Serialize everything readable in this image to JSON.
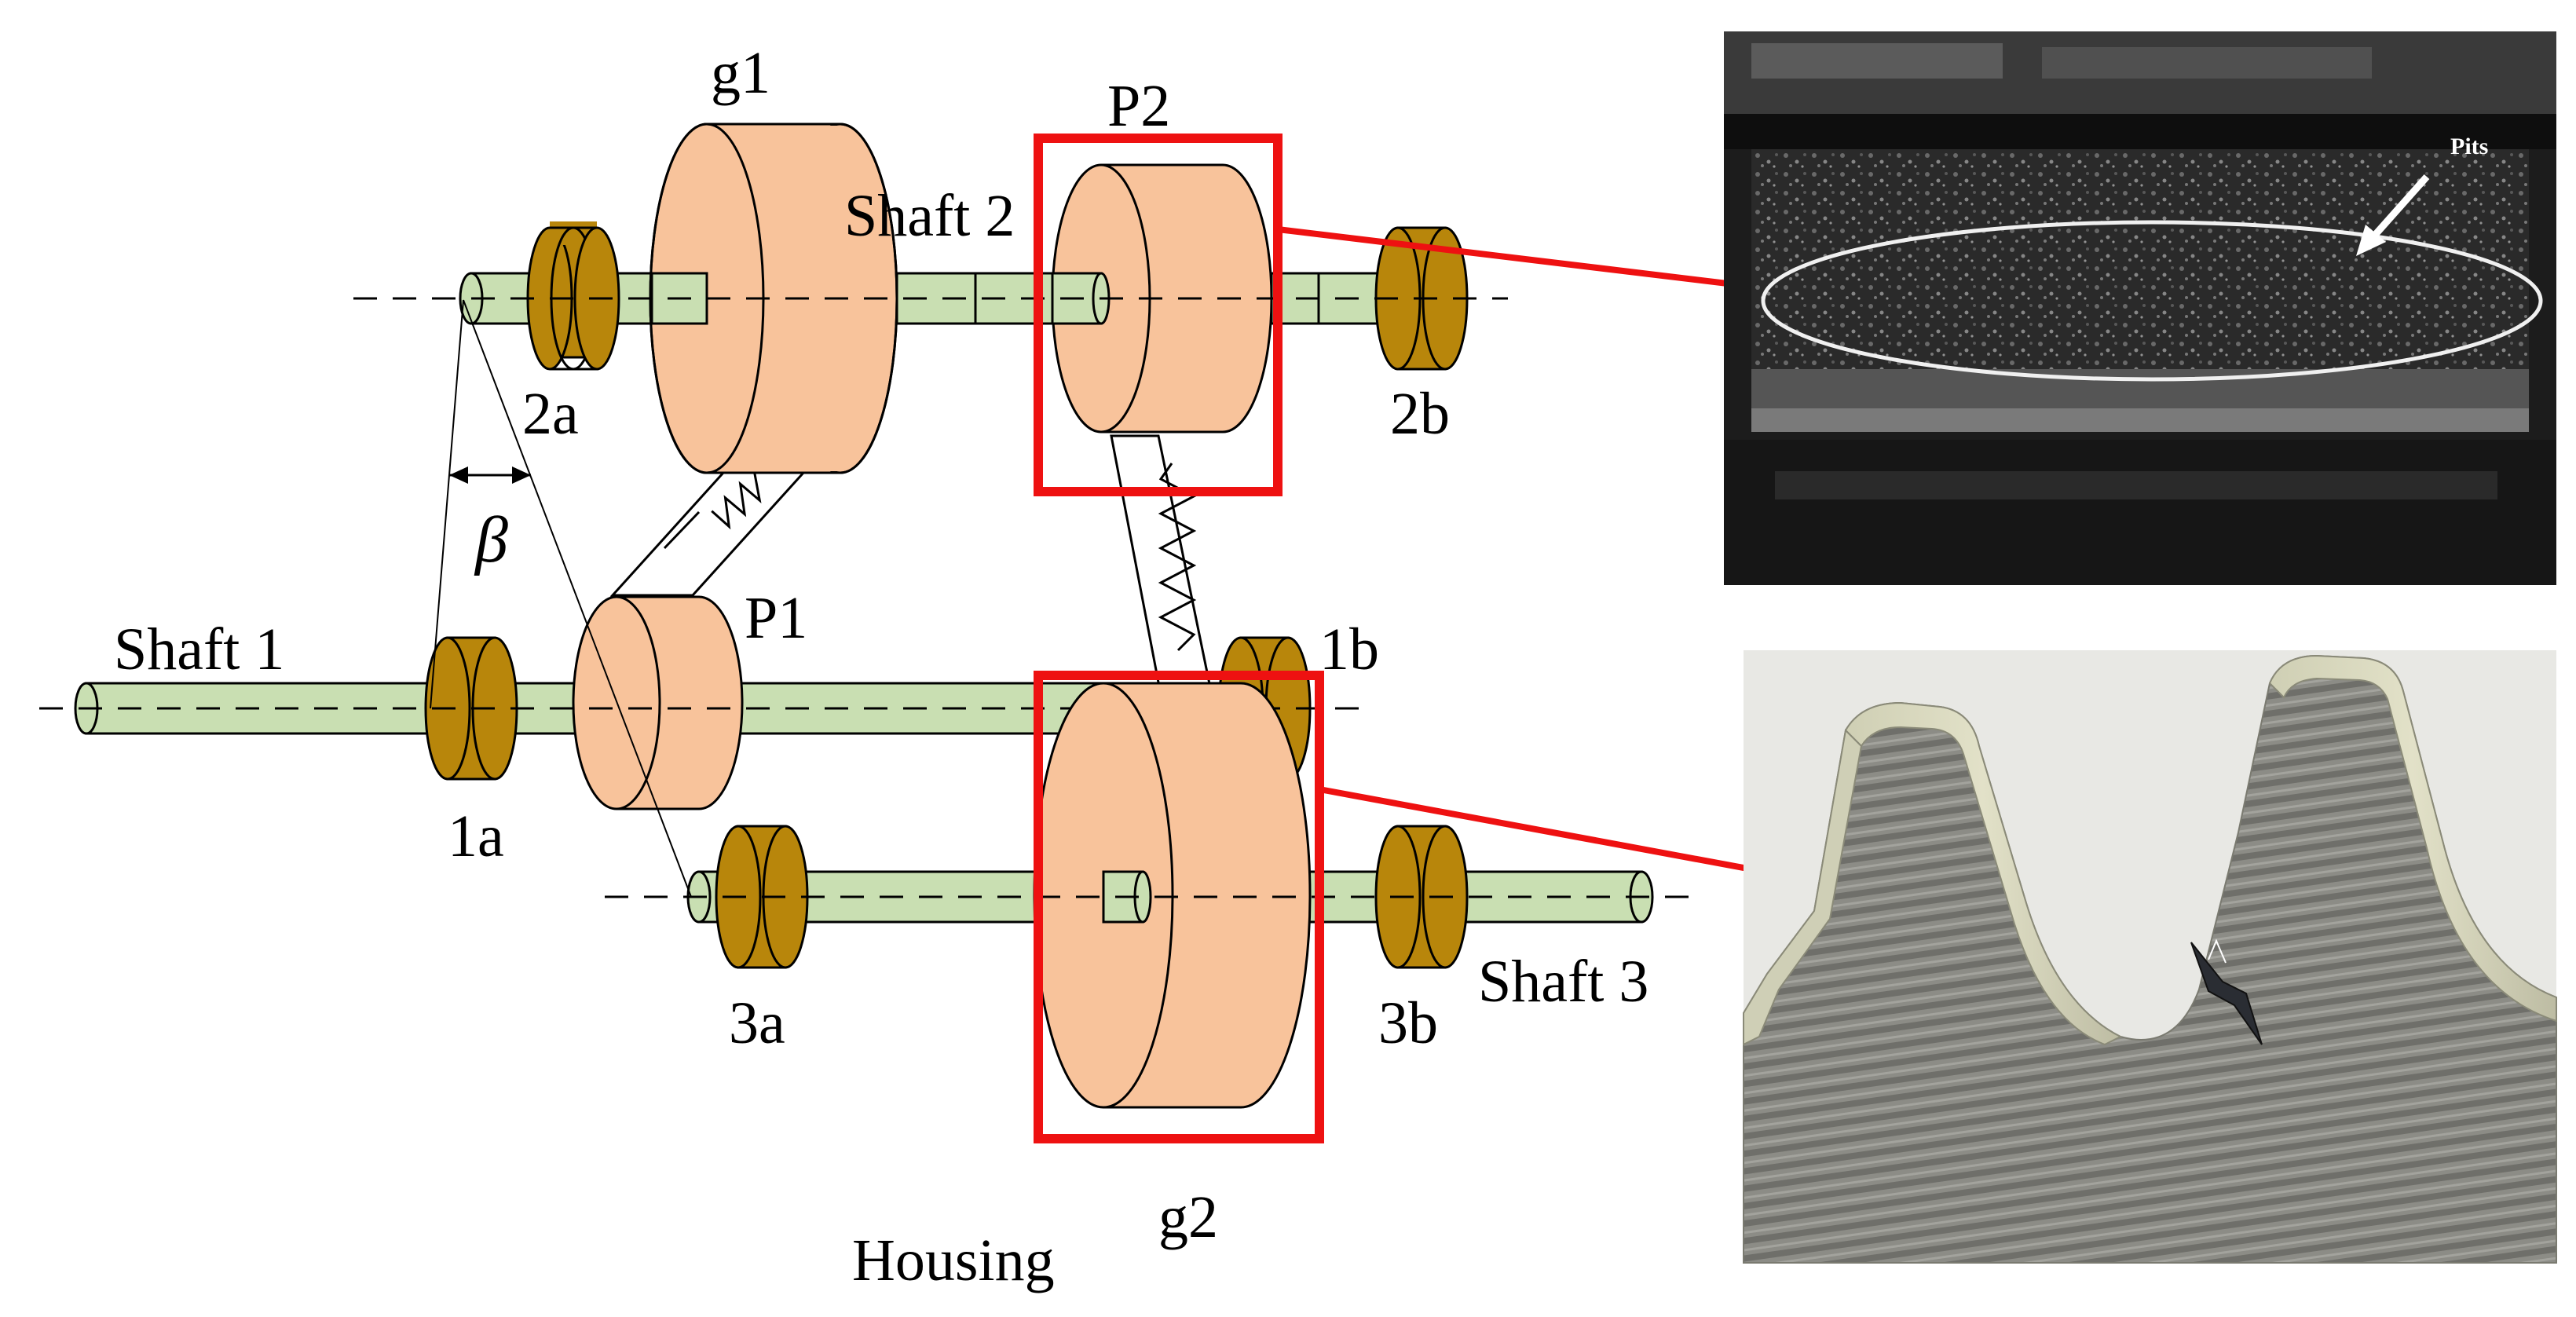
{
  "labels": {
    "g1": "g1",
    "g2": "g2",
    "p1": "P1",
    "p2": "P2",
    "shaft1": "Shaft 1",
    "shaft2": "Shaft 2",
    "shaft3": "Shaft 3",
    "b1a": "1a",
    "b1b": "1b",
    "b2a": "2a",
    "b2b": "2b",
    "b3a": "3a",
    "b3b": "3b",
    "beta": "β",
    "housing": "Housing"
  },
  "photos": {
    "pitting_annotation": "Pits"
  },
  "colors": {
    "shaft": "#c9dfb2",
    "gear": "#f8c39b",
    "bearing": "#b8860b",
    "highlight": "#ee1111",
    "outline": "#000000"
  }
}
